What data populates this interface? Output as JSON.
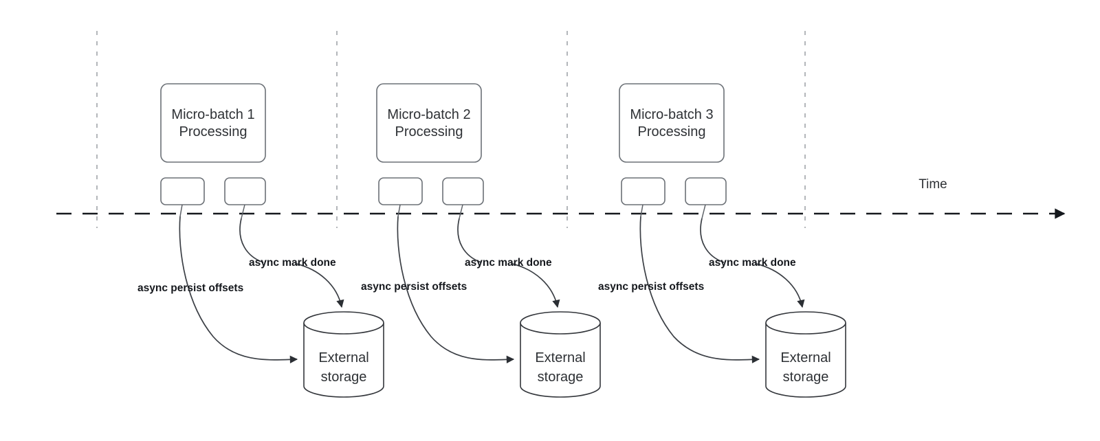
{
  "diagram": {
    "title_visible": false,
    "background_color": "#ffffff",
    "stroke_color": "#33363b",
    "shape_stroke_color": "#6b7076",
    "tick_color": "#b3b6ba",
    "axis_label": "Time",
    "axis_icon": "arrow-right-icon",
    "stages": [
      {
        "id": "stage-1",
        "batch_label_line1": "Micro-batch 1",
        "batch_label_line2": "Processing",
        "task_boxes": [
          {
            "id": "task-1a",
            "label": ""
          },
          {
            "id": "task-1b",
            "label": ""
          }
        ],
        "storage_label_line1": "External",
        "storage_label_line2": "storage",
        "edge_labels": [
          {
            "id": "edge-persist-1",
            "label": "async persist offsets"
          },
          {
            "id": "edge-mark-1",
            "label": "async mark done"
          }
        ]
      },
      {
        "id": "stage-2",
        "batch_label_line1": "Micro-batch 2",
        "batch_label_line2": "Processing",
        "task_boxes": [
          {
            "id": "task-2a",
            "label": ""
          },
          {
            "id": "task-2b",
            "label": ""
          }
        ],
        "storage_label_line1": "External",
        "storage_label_line2": "storage",
        "edge_labels": [
          {
            "id": "edge-persist-2",
            "label": "async persist offsets"
          },
          {
            "id": "edge-mark-2",
            "label": "async mark done"
          }
        ]
      },
      {
        "id": "stage-3",
        "batch_label_line1": "Micro-batch 3",
        "batch_label_line2": "Processing",
        "task_boxes": [
          {
            "id": "task-3a",
            "label": ""
          },
          {
            "id": "task-3b",
            "label": ""
          }
        ],
        "storage_label_line1": "External",
        "storage_label_line2": "storage",
        "edge_labels": [
          {
            "id": "edge-persist-3",
            "label": "async persist offsets"
          },
          {
            "id": "edge-mark-3",
            "label": "async mark done"
          }
        ]
      }
    ]
  }
}
